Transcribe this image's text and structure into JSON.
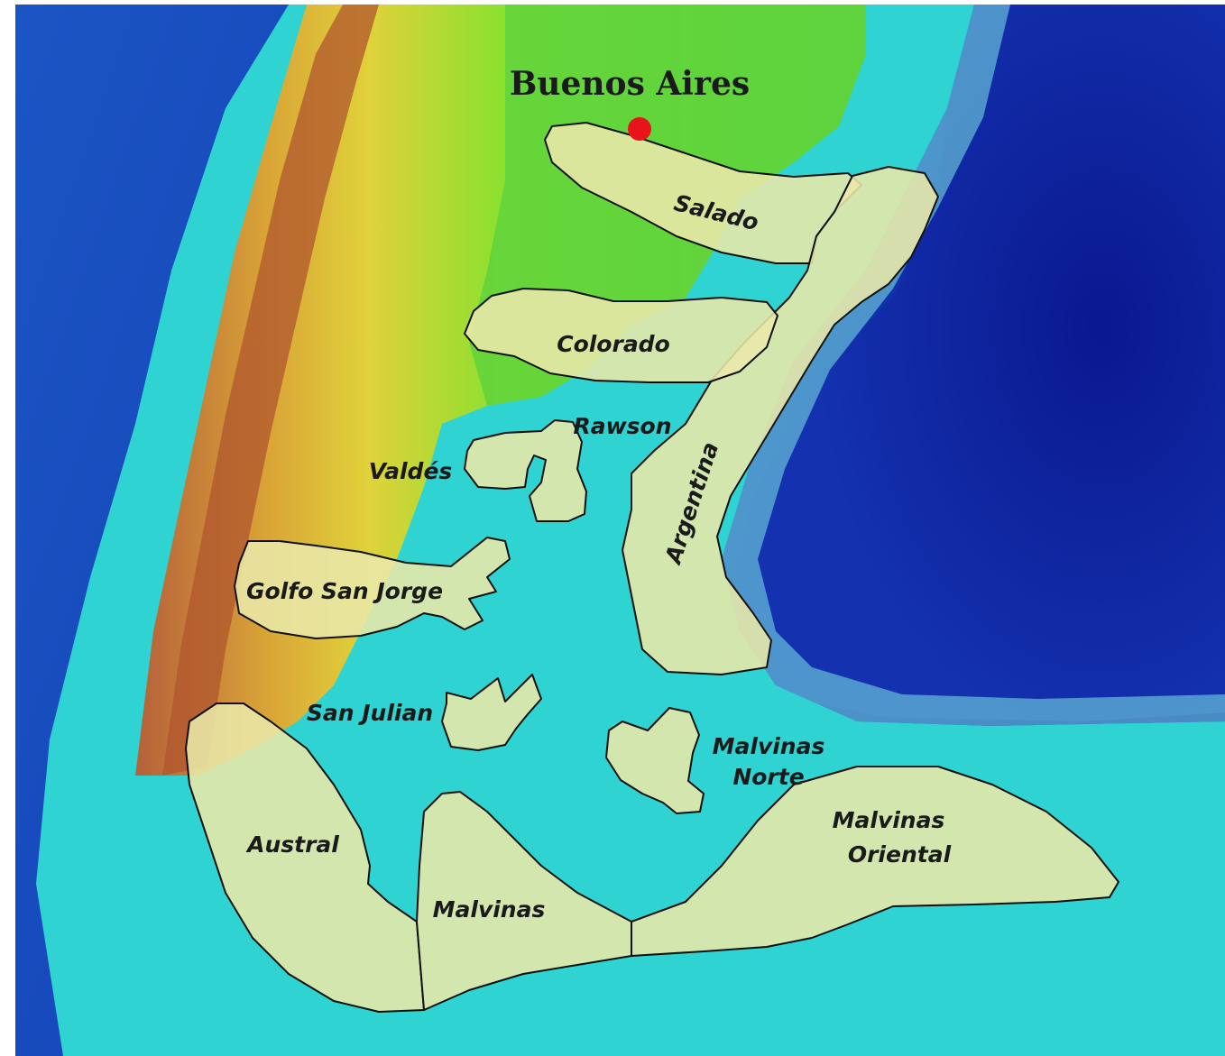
{
  "city": {
    "name": "Buenos Aires",
    "marker_color": "#e8141a",
    "icon": "city-dot-icon"
  },
  "basins": {
    "salado": "Salado",
    "colorado": "Colorado",
    "rawson": "Rawson",
    "valdes": "Valdés",
    "argentina": "Argentina",
    "golfo_san_jorge": "Golfo San Jorge",
    "san_julian": "San Julian",
    "malvinas_norte_1": "Malvinas",
    "malvinas_norte_2": "Norte",
    "austral": "Austral",
    "malvinas": "Malvinas",
    "malvinas_oriental_1": "Malvinas",
    "malvinas_oriental_2": "Oriental"
  },
  "colors": {
    "deep_ocean": "#0a1fa0",
    "ocean": "#1f5fd1",
    "shelf": "#2fd7d4",
    "lowland": "#5fd23a",
    "plain": "#a9e52a",
    "highland": "#d8b032",
    "mountain": "#b55a2b",
    "basin_fill": "#e9e8a8"
  }
}
